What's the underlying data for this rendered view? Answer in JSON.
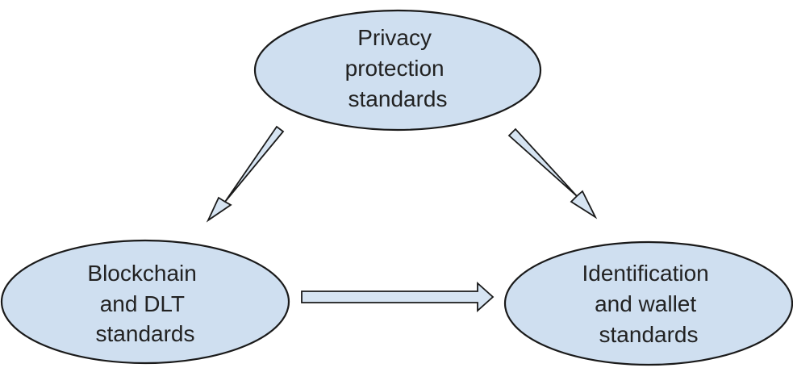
{
  "nodes": [
    {
      "id": "privacy",
      "lines": [
        "Privacy",
        "protection",
        "standards"
      ]
    },
    {
      "id": "blockchain",
      "lines": [
        "Blockchain",
        "and DLT",
        "standards"
      ]
    },
    {
      "id": "identification",
      "lines": [
        "Identification",
        "and wallet",
        "standards"
      ]
    }
  ],
  "edges": [
    {
      "from": "privacy",
      "to": "blockchain"
    },
    {
      "from": "privacy",
      "to": "identification"
    },
    {
      "from": "blockchain",
      "to": "identification"
    }
  ],
  "colors": {
    "node_fill": "#cfdff0",
    "arrow_fill": "#d6e4f2",
    "stroke": "#1a1a1a",
    "text": "#222222"
  }
}
